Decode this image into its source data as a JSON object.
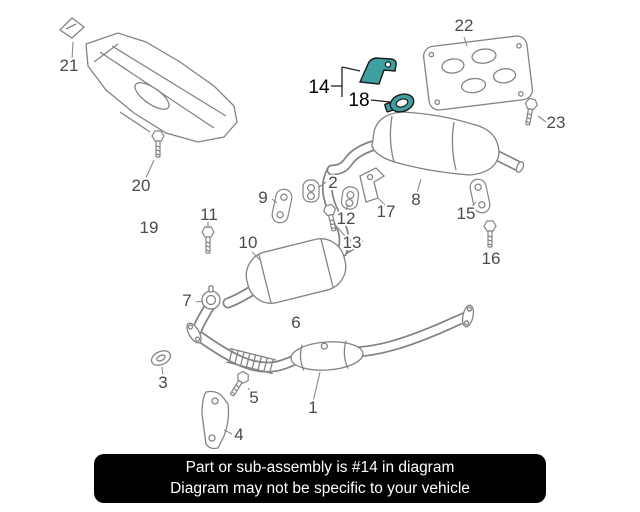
{
  "banner": {
    "line1": "Part or sub-assembly is #14 in diagram",
    "line2": "Diagram may not be specific to your vehicle",
    "bg": "#000000",
    "fg": "#ffffff"
  },
  "diagram": {
    "highlight_color": "#3fa0a0",
    "line_color": "#848484",
    "highlighted_parts": [
      "14",
      "18"
    ]
  },
  "parts": [
    {
      "num": "1"
    },
    {
      "num": "2"
    },
    {
      "num": "3"
    },
    {
      "num": "4"
    },
    {
      "num": "5"
    },
    {
      "num": "6"
    },
    {
      "num": "7"
    },
    {
      "num": "8"
    },
    {
      "num": "9"
    },
    {
      "num": "10"
    },
    {
      "num": "11"
    },
    {
      "num": "12"
    },
    {
      "num": "13"
    },
    {
      "num": "14"
    },
    {
      "num": "15"
    },
    {
      "num": "16"
    },
    {
      "num": "17"
    },
    {
      "num": "18"
    },
    {
      "num": "19"
    },
    {
      "num": "20"
    },
    {
      "num": "21"
    },
    {
      "num": "22"
    },
    {
      "num": "23"
    }
  ]
}
